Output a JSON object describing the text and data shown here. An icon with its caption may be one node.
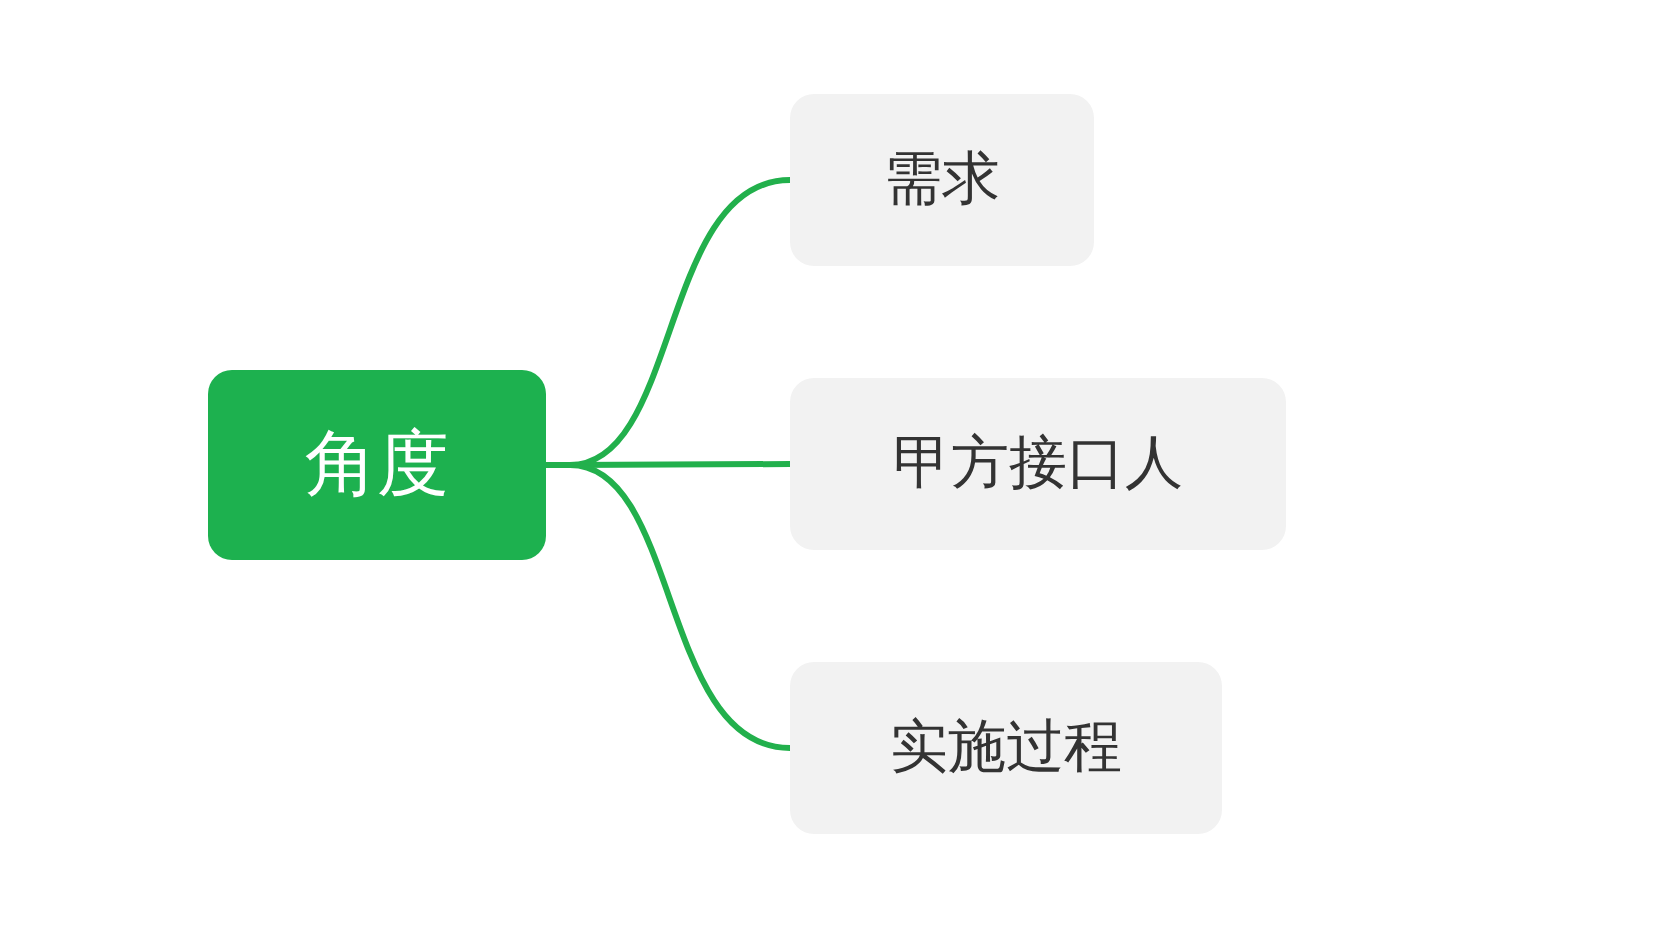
{
  "diagram": {
    "nodes": [
      {
        "text": [
          "角度"
        ]
      },
      {
        "text": [
          "需求"
        ]
      },
      {
        "text": [
          "甲方接口人"
        ]
      },
      {
        "text": [
          "实施过程"
        ]
      }
    ],
    "edges": [
      {
        "from": 0,
        "to": 1,
        "arrow": "none"
      },
      {
        "from": 0,
        "to": 2,
        "arrow": "none"
      },
      {
        "from": 0,
        "to": 3,
        "arrow": "none"
      }
    ]
  }
}
